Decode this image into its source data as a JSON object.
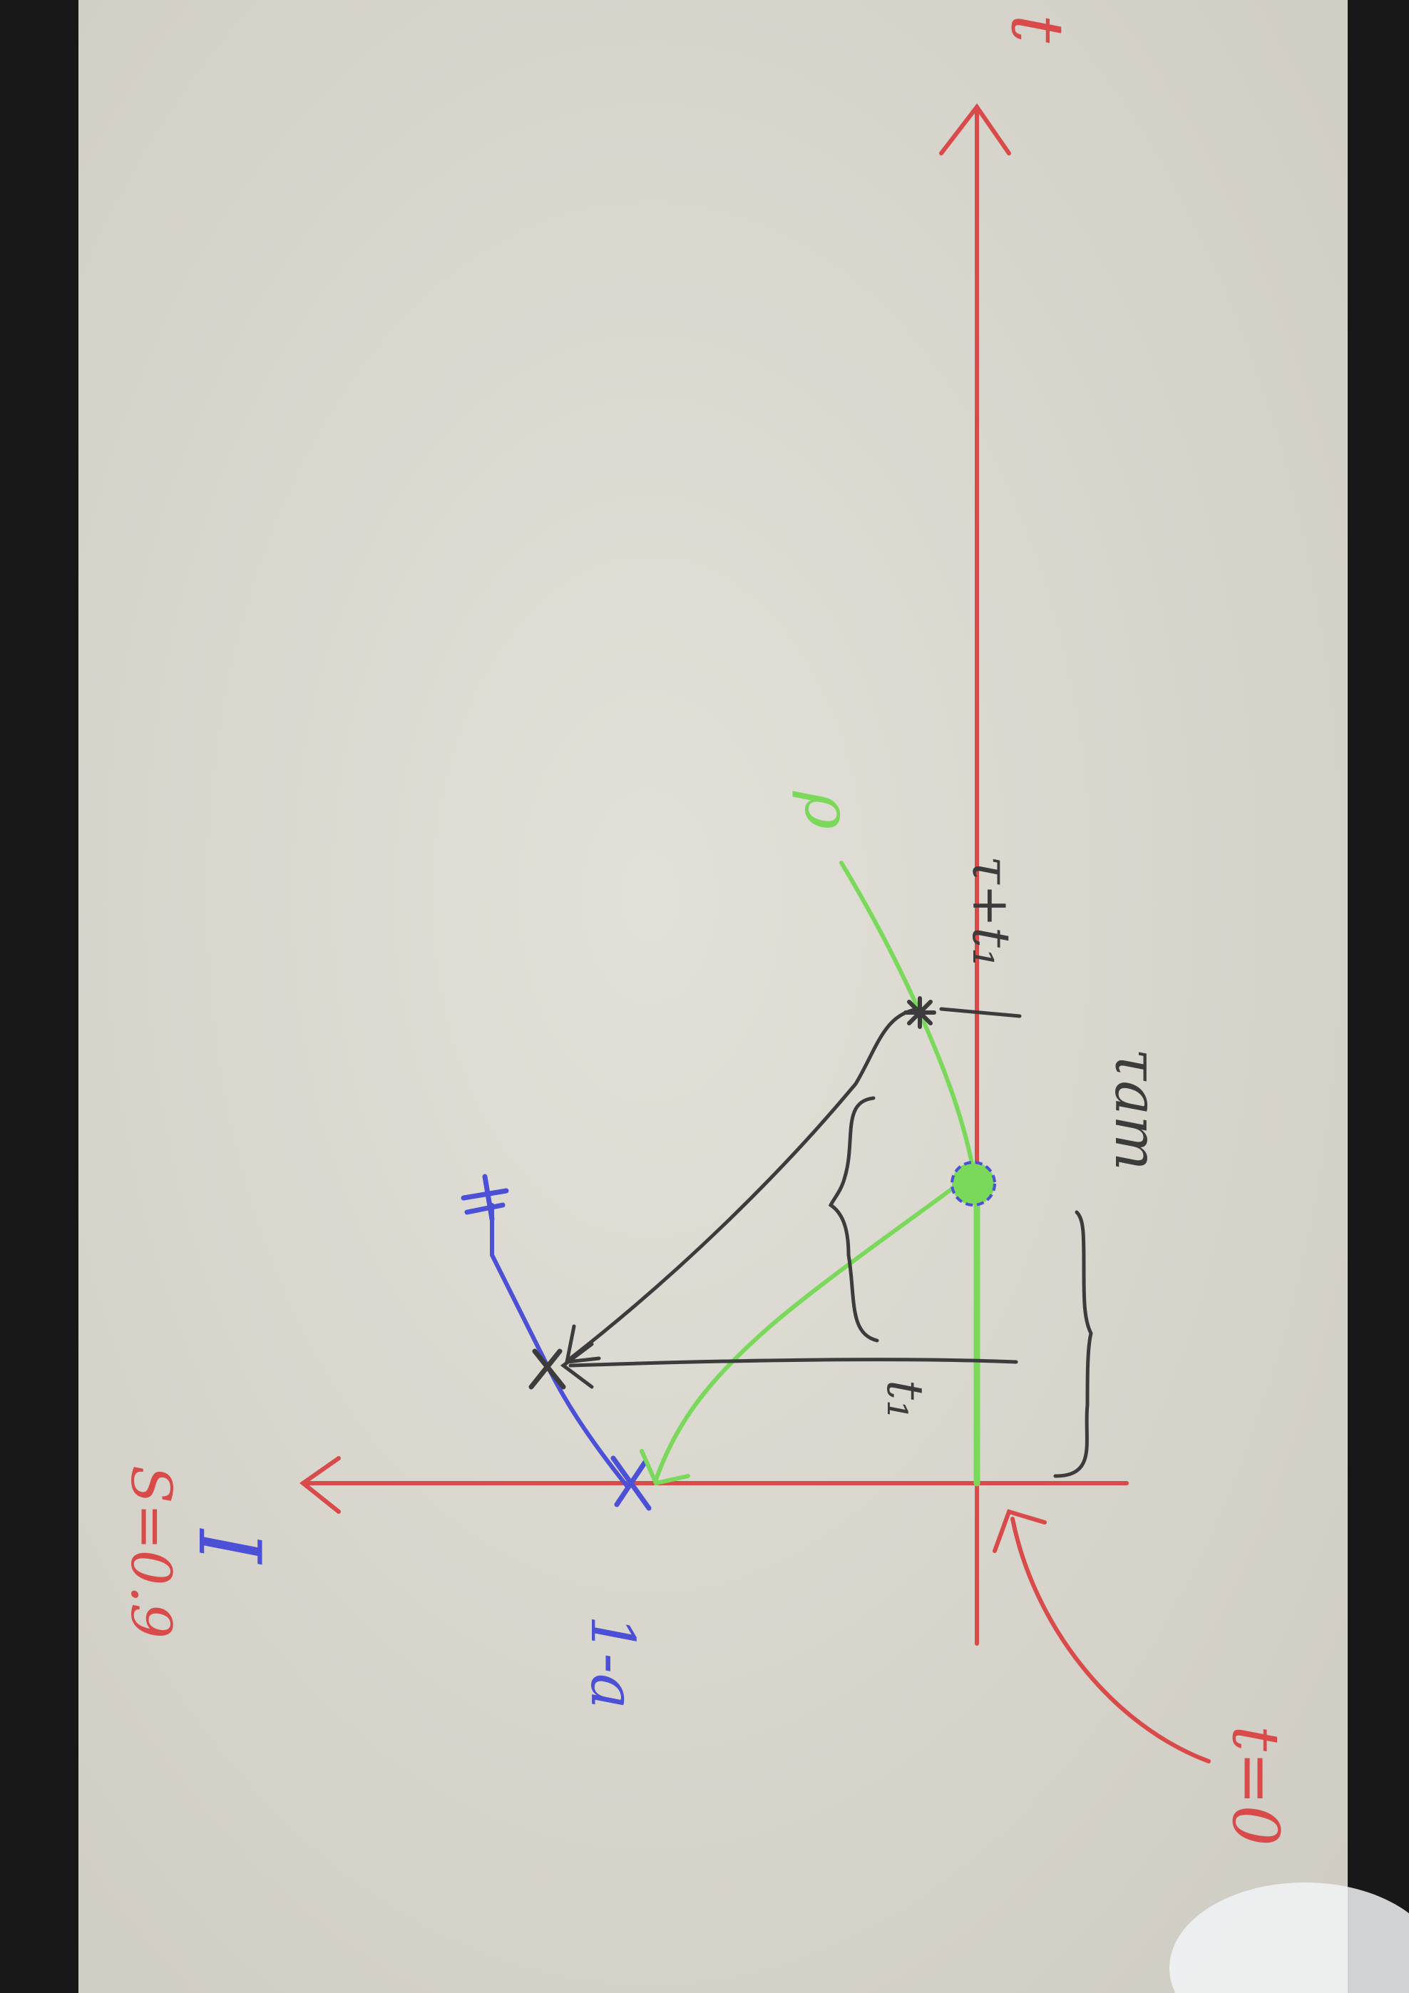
{
  "annotations": {
    "s_eq": "S=0.9",
    "roman_one": "I",
    "one_minus_a": "1-a",
    "t_zero": "t=0",
    "t_axis": "t",
    "t1": "t₁",
    "tau_plus_t1": "τ+t₁",
    "tau_m": "τam",
    "rho": "ρ"
  },
  "colors": {
    "paper": "#dddbd3",
    "edge": "#1b1b1b",
    "axis": "#d94b4b",
    "blue": "#4b50d6",
    "green": "#7ad95a",
    "grey": "#3c3c3c"
  }
}
